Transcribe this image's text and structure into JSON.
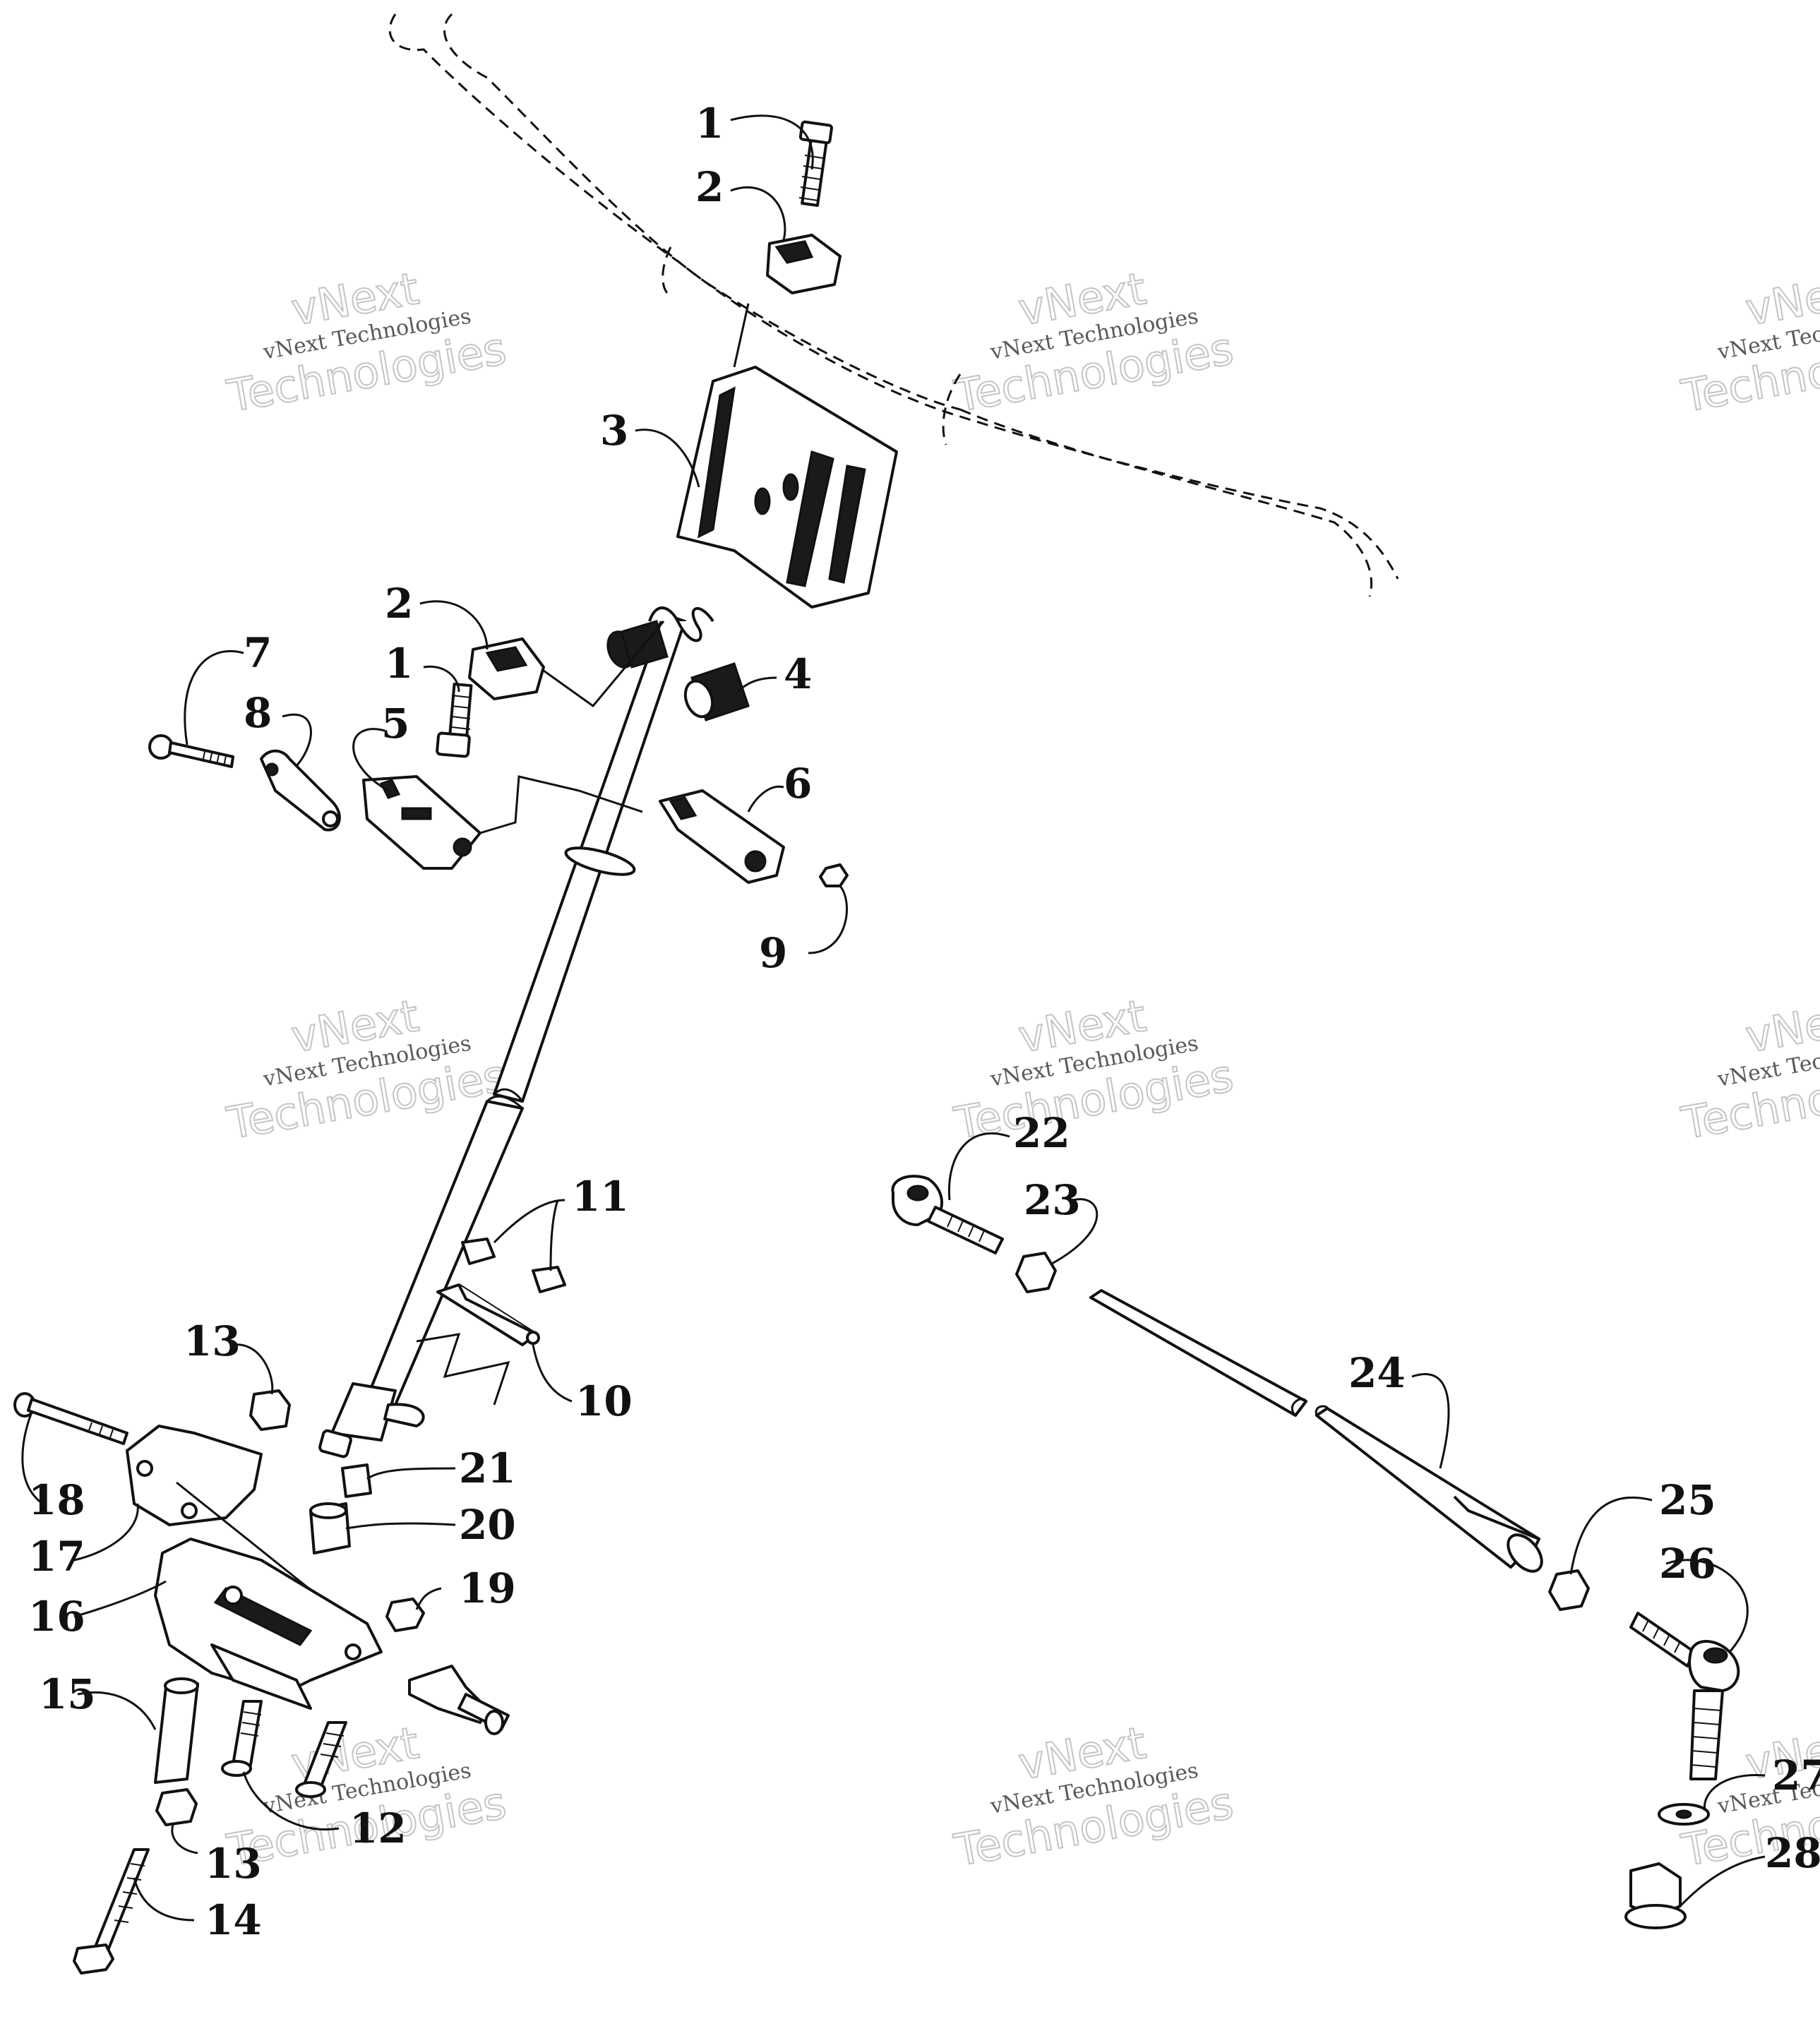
{
  "callouts": [
    {
      "id": "c1a",
      "text": "1"
    },
    {
      "id": "c2a",
      "text": "2"
    },
    {
      "id": "c3",
      "text": "3"
    },
    {
      "id": "c2b",
      "text": "2"
    },
    {
      "id": "c1b",
      "text": "1"
    },
    {
      "id": "c4",
      "text": "4"
    },
    {
      "id": "c7",
      "text": "7"
    },
    {
      "id": "c8",
      "text": "8"
    },
    {
      "id": "c5",
      "text": "5"
    },
    {
      "id": "c6",
      "text": "6"
    },
    {
      "id": "c9",
      "text": "9"
    },
    {
      "id": "c22",
      "text": "22"
    },
    {
      "id": "c23",
      "text": "23"
    },
    {
      "id": "c11",
      "text": "11"
    },
    {
      "id": "c24",
      "text": "24"
    },
    {
      "id": "c13a",
      "text": "13"
    },
    {
      "id": "c10",
      "text": "10"
    },
    {
      "id": "c21",
      "text": "21"
    },
    {
      "id": "c18",
      "text": "18"
    },
    {
      "id": "c20",
      "text": "20"
    },
    {
      "id": "c25",
      "text": "25"
    },
    {
      "id": "c26",
      "text": "26"
    },
    {
      "id": "c17",
      "text": "17"
    },
    {
      "id": "c19",
      "text": "19"
    },
    {
      "id": "c16",
      "text": "16"
    },
    {
      "id": "c15",
      "text": "15"
    },
    {
      "id": "c27",
      "text": "27"
    },
    {
      "id": "c12",
      "text": "12"
    },
    {
      "id": "c13b",
      "text": "13"
    },
    {
      "id": "c28",
      "text": "28"
    },
    {
      "id": "c14",
      "text": "14"
    }
  ],
  "watermark": {
    "line1": "vNext",
    "line2": "vNext Technologies",
    "line3": "Technologies"
  }
}
